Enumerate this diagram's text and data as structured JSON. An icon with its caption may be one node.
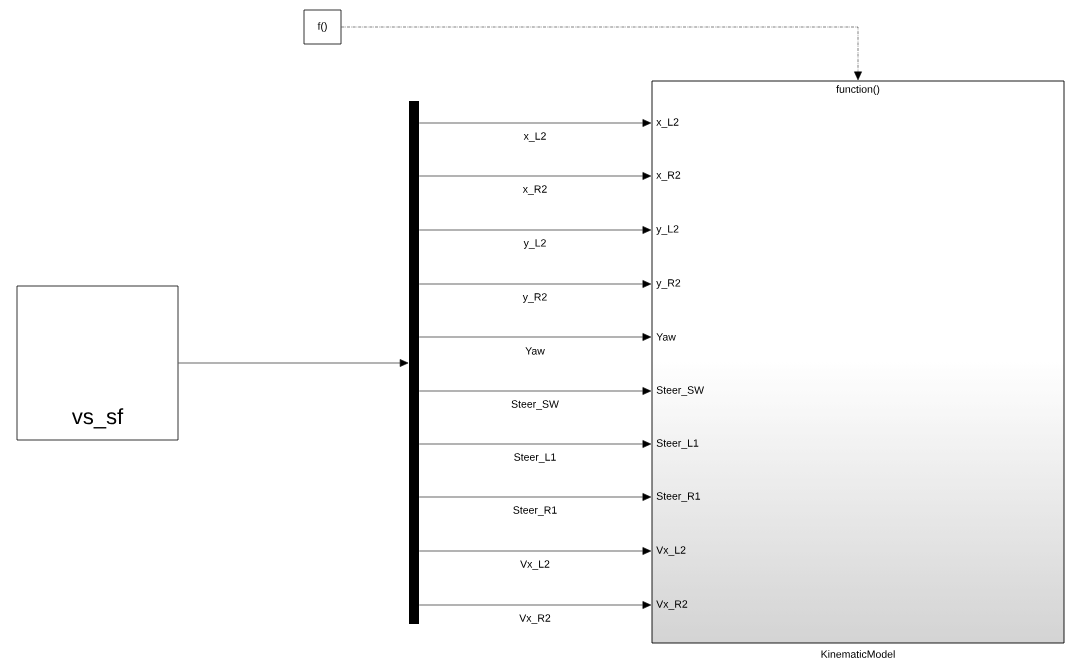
{
  "diagram": {
    "nodes": [
      {
        "text": [
          "f()"
        ]
      },
      {
        "text": [
          "vs_sf"
        ]
      },
      {
        "text": [],
        "shape": "bar"
      },
      {
        "text": [
          "function()",
          "x_L2",
          "x_R2",
          "y_L2",
          "y_R2",
          "Yaw",
          "Steer_SW",
          "Steer_L1",
          "Steer_R1",
          "Vx_L2",
          "Vx_R2"
        ],
        "beside": [
          "KinematicModel"
        ]
      }
    ],
    "edges": [
      {
        "from": 0,
        "to": 3,
        "arrow": "to",
        "style": "dashed"
      },
      {
        "from": 1,
        "to": 2,
        "arrow": "to"
      },
      {
        "from": 2,
        "to": 3,
        "arrow": "to",
        "label": "x_L2"
      },
      {
        "from": 2,
        "to": 3,
        "arrow": "to",
        "label": "x_R2"
      },
      {
        "from": 2,
        "to": 3,
        "arrow": "to",
        "label": "y_L2"
      },
      {
        "from": 2,
        "to": 3,
        "arrow": "to",
        "label": "y_R2"
      },
      {
        "from": 2,
        "to": 3,
        "arrow": "to",
        "label": "Yaw"
      },
      {
        "from": 2,
        "to": 3,
        "arrow": "to",
        "label": "Steer_SW"
      },
      {
        "from": 2,
        "to": 3,
        "arrow": "to",
        "label": "Steer_L1"
      },
      {
        "from": 2,
        "to": 3,
        "arrow": "to",
        "label": "Steer_R1"
      },
      {
        "from": 2,
        "to": 3,
        "arrow": "to",
        "label": "Vx_L2"
      },
      {
        "from": 2,
        "to": 3,
        "arrow": "to",
        "label": "Vx_R2"
      }
    ]
  }
}
